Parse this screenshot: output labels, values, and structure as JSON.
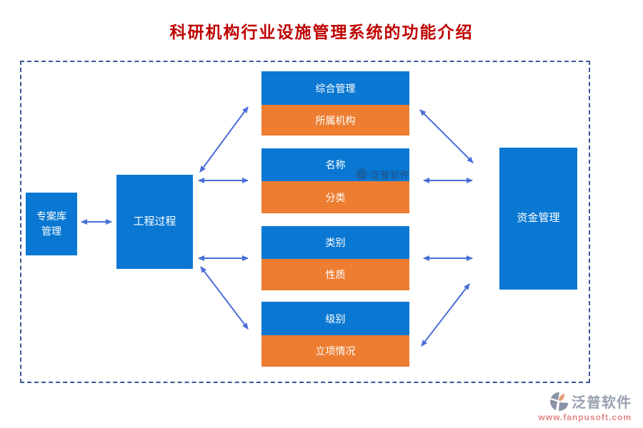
{
  "title": "科研机构行业设施管理系统的功能介绍",
  "colors": {
    "node_blue": "#0a78d2",
    "node_orange": "#ed7d31",
    "arrow": "#4a6ed9",
    "boundary": "#3a5795",
    "title_red": "#bf0000",
    "brand_gray": "#9aa2b1",
    "url_salmon": "#e58585"
  },
  "nodes": {
    "project_library": "专案库\n管理",
    "engineering_process": "工程过程",
    "funds": "资金管理"
  },
  "pairs": [
    {
      "top": "综合管理",
      "bottom": "所属机构"
    },
    {
      "top": "名称",
      "bottom": "分类"
    },
    {
      "top": "类别",
      "bottom": "性质"
    },
    {
      "top": "级别",
      "bottom": "立项情况"
    }
  ],
  "watermark": {
    "center_text": "泛普软件",
    "brand": "泛普软件",
    "url": "www.fanpusoft.com"
  }
}
